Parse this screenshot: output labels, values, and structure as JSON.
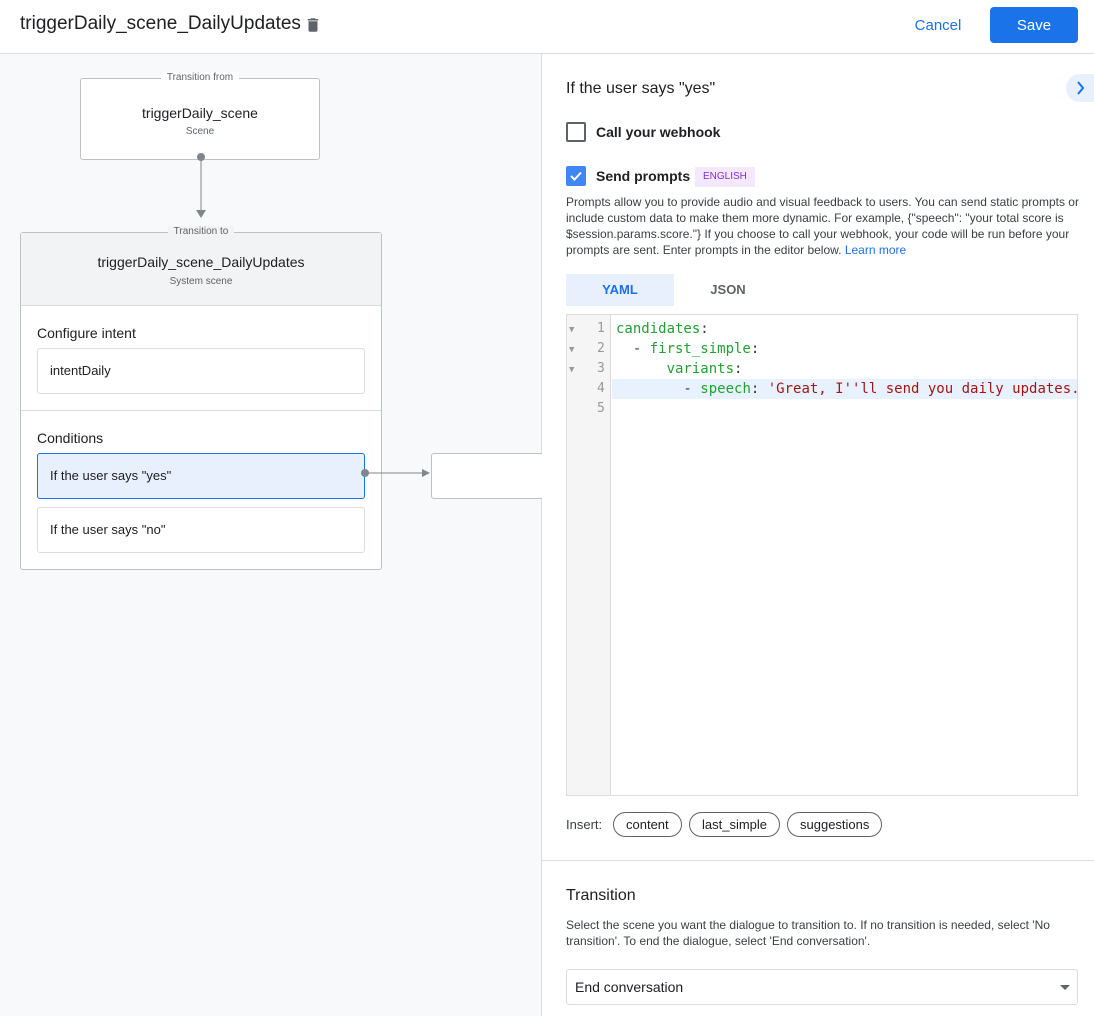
{
  "header": {
    "title": "triggerDaily_scene_DailyUpdates",
    "cancel": "Cancel",
    "save": "Save"
  },
  "canvas": {
    "from": {
      "legend": "Transition from",
      "name": "triggerDaily_scene",
      "type": "Scene"
    },
    "to": {
      "legend": "Transition to",
      "name": "triggerDaily_scene_DailyUpdates",
      "type": "System scene"
    },
    "configure_intent": "Configure intent",
    "intent": "intentDaily",
    "conditions": "Conditions",
    "condition_items": [
      "If the user says \"yes\"",
      "If the user says \"no\""
    ]
  },
  "panel": {
    "heading": "If the user says \"yes\"",
    "webhook_label": "Call your webhook",
    "webhook_checked": false,
    "prompts_label": "Send prompts",
    "prompts_checked": true,
    "language_badge": "ENGLISH",
    "description": "Prompts allow you to provide audio and visual feedback to users. You can send static prompts or include custom data to make them more dynamic. For example, {\"speech\": \"your total score is $session.params.score.\"} If you choose to call your webhook, your code will be run before your prompts are sent. Enter prompts in the editor below.",
    "learn_more": "Learn more",
    "tabs": [
      "YAML",
      "JSON"
    ],
    "active_tab": "YAML",
    "code_lines": [
      "1",
      "2",
      "3",
      "4",
      "5"
    ],
    "code": {
      "l1k": "candidates",
      "l2k": "first_simple",
      "l3k": "variants",
      "l4k": "speech",
      "l4s": "'Great, I''ll send you daily updates."
    },
    "insert_label": "Insert:",
    "insert_chips": [
      "content",
      "last_simple",
      "suggestions"
    ],
    "transition_title": "Transition",
    "transition_desc": "Select the scene you want the dialogue to transition to. If no transition is needed, select 'No transition'. To end the dialogue, select 'End conversation'.",
    "transition_value": "End conversation"
  },
  "colors": {
    "accent": "#1a73e8",
    "badge_bg": "#f3e8fd",
    "badge_text": "#8430ce",
    "selected_bg": "#e8f0fe"
  }
}
